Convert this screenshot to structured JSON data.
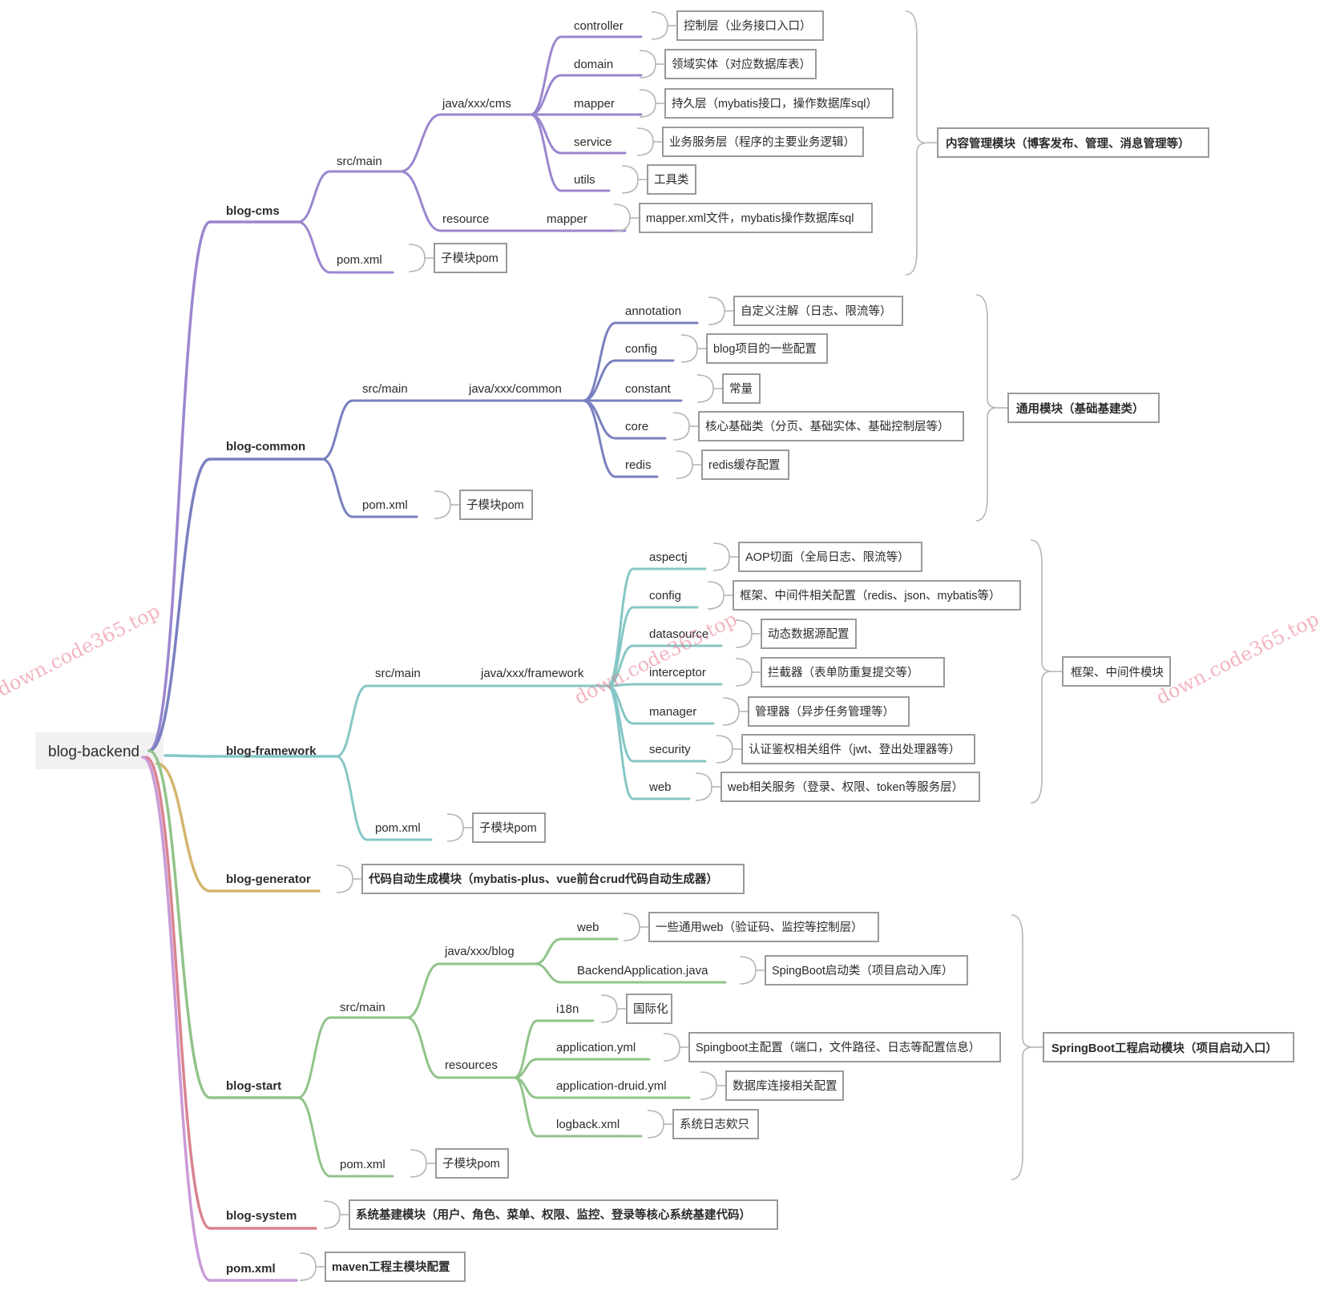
{
  "colors": {
    "cms": "#9b86cf",
    "common": "#7880c0",
    "framework": "#86c6c6",
    "generator": "#d4b56e",
    "start": "#91c38a",
    "system": "#d9838f",
    "pom": "#c99ad8",
    "box_border": "#9a9a9a",
    "text": "#2b2b2b",
    "root_bg": "#f1f1f1"
  },
  "root": {
    "label": "blog-backend"
  },
  "modules": {
    "cms": {
      "label": "blog-cms",
      "summary": "内容管理模块（博客发布、管理、消息管理等）",
      "src": "src/main",
      "pkg": "java/xxx/cms",
      "children": [
        {
          "label": "controller",
          "desc": "控制层（业务接口入口）"
        },
        {
          "label": "domain",
          "desc": "领域实体（对应数据库表）"
        },
        {
          "label": "mapper",
          "desc": "持久层（mybatis接口，操作数据库sql）"
        },
        {
          "label": "service",
          "desc": "业务服务层（程序的主要业务逻辑）"
        },
        {
          "label": "utils",
          "desc": "工具类"
        }
      ],
      "resource": "resource",
      "resource_mapper": "mapper",
      "resource_mapper_desc": "mapper.xml文件，mybatis操作数据库sql",
      "pom": "pom.xml",
      "pom_desc": "子模块pom"
    },
    "common": {
      "label": "blog-common",
      "summary": "通用模块（基础基建类）",
      "src": "src/main",
      "pkg": "java/xxx/common",
      "children": [
        {
          "label": "annotation",
          "desc": "自定义注解（日志、限流等）"
        },
        {
          "label": "config",
          "desc": "blog项目的一些配置"
        },
        {
          "label": "constant",
          "desc": "常量"
        },
        {
          "label": "core",
          "desc": "核心基础类（分页、基础实体、基础控制层等）"
        },
        {
          "label": "redis",
          "desc": "redis缓存配置"
        }
      ],
      "pom": "pom.xml",
      "pom_desc": "子模块pom"
    },
    "framework": {
      "label": "blog-framework",
      "summary": "框架、中间件模块",
      "src": "src/main",
      "pkg": "java/xxx/framework",
      "children": [
        {
          "label": "aspectj",
          "desc": "AOP切面（全局日志、限流等）"
        },
        {
          "label": "config",
          "desc": "框架、中间件相关配置（redis、json、mybatis等）"
        },
        {
          "label": "datasource",
          "desc": "动态数据源配置"
        },
        {
          "label": "interceptor",
          "desc": "拦截器（表单防重复提交等）"
        },
        {
          "label": "manager",
          "desc": "管理器（异步任务管理等）"
        },
        {
          "label": "security",
          "desc": "认证鉴权相关组件（jwt、登出处理器等）"
        },
        {
          "label": "web",
          "desc": "web相关服务（登录、权限、token等服务层）"
        }
      ],
      "pom": "pom.xml",
      "pom_desc": "子模块pom"
    },
    "generator": {
      "label": "blog-generator",
      "desc": "代码自动生成模块（mybatis-plus、vue前台crud代码自动生成器）"
    },
    "start": {
      "label": "blog-start",
      "summary": "SpringBoot工程启动模块（项目启动入口）",
      "src": "src/main",
      "pkg": "java/xxx/blog",
      "pkg_children": [
        {
          "label": "web",
          "desc": "一些通用web（验证码、监控等控制层）"
        },
        {
          "label": "BackendApplication.java",
          "desc": "SpingBoot启动类（项目启动入库）"
        }
      ],
      "resources": "resources",
      "res_children": [
        {
          "label": "i18n",
          "desc": "国际化"
        },
        {
          "label": "application.yml",
          "desc": "Spingboot主配置（端口，文件路径、日志等配置信息）"
        },
        {
          "label": "application-druid.yml",
          "desc": "数据库连接相关配置"
        },
        {
          "label": "logback.xml",
          "desc": "系统日志欸只"
        }
      ],
      "pom": "pom.xml",
      "pom_desc": "子模块pom"
    },
    "system": {
      "label": "blog-system",
      "desc": "系统基建模块（用户、角色、菜单、权限、监控、登录等核心系统基建代码）"
    },
    "pom": {
      "label": "pom.xml",
      "desc": "maven工程主模块配置"
    }
  },
  "watermark": [
    "down.code365.top",
    "down.code365.top",
    "down.code365.top"
  ]
}
